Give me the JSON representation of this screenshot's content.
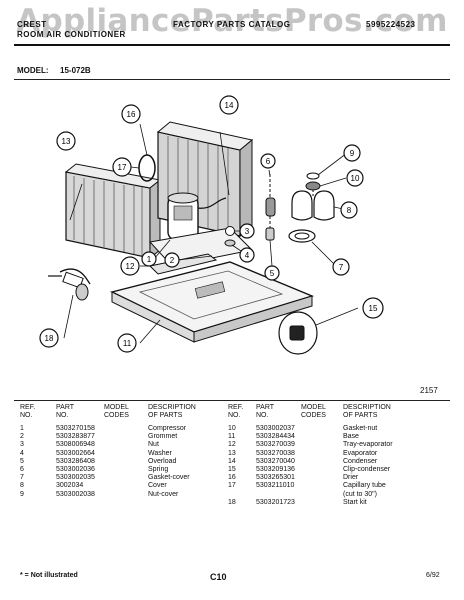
{
  "header": {
    "brand_line1": "CREST",
    "brand_line2": "ROOM AIR CONDITIONER",
    "catalog_title": "FACTORY PARTS CATALOG",
    "catalog_number": "5995224523",
    "watermark": "AppliancePartsPros.com"
  },
  "model": {
    "label": "MODEL:",
    "value": "15-072B"
  },
  "figure_number": "2157",
  "callouts": [
    "1",
    "2",
    "3",
    "4",
    "5",
    "6",
    "7",
    "8",
    "9",
    "10",
    "11",
    "12",
    "13",
    "14",
    "15",
    "16",
    "17",
    "18"
  ],
  "columns": {
    "ref_no": [
      "REF.",
      "NO."
    ],
    "part_no": [
      "PART",
      "NO."
    ],
    "model_codes": [
      "MODEL",
      "CODES"
    ],
    "description": [
      "DESCRIPTION",
      "OF PARTS"
    ]
  },
  "parts_left": [
    {
      "ref": "1",
      "part": "5303270158",
      "codes": "",
      "desc": "Compressor"
    },
    {
      "ref": "2",
      "part": "5303283877",
      "codes": "",
      "desc": "Grommet"
    },
    {
      "ref": "3",
      "part": "5308006948",
      "codes": "",
      "desc": "Nut"
    },
    {
      "ref": "4",
      "part": "5303002664",
      "codes": "",
      "desc": "Washer"
    },
    {
      "ref": "5",
      "part": "5303286408",
      "codes": "",
      "desc": "Overload"
    },
    {
      "ref": "6",
      "part": "5303002036",
      "codes": "",
      "desc": "Spring"
    },
    {
      "ref": "7",
      "part": "5303002035",
      "codes": "",
      "desc": "Gasket-cover"
    },
    {
      "ref": "8",
      "part": "3002034",
      "codes": "",
      "desc": "Cover"
    },
    {
      "ref": "9",
      "part": "5303002038",
      "codes": "",
      "desc": "Nut-cover"
    }
  ],
  "parts_right": [
    {
      "ref": "10",
      "part": "5303002037",
      "codes": "",
      "desc": "Gasket-nut"
    },
    {
      "ref": "11",
      "part": "5303284434",
      "codes": "",
      "desc": "Base"
    },
    {
      "ref": "12",
      "part": "5303270039",
      "codes": "",
      "desc": "Tray-evaporator"
    },
    {
      "ref": "13",
      "part": "5303270038",
      "codes": "",
      "desc": "Evaporator"
    },
    {
      "ref": "14",
      "part": "5303270040",
      "codes": "",
      "desc": "Condenser"
    },
    {
      "ref": "15",
      "part": "5303209136",
      "codes": "",
      "desc": "Clip-condenser"
    },
    {
      "ref": "16",
      "part": "5303265301",
      "codes": "",
      "desc": "Drier"
    },
    {
      "ref": "17",
      "part": "5303211010",
      "codes": "",
      "desc": "Capillary tube"
    },
    {
      "ref": "",
      "part": "",
      "codes": "",
      "desc": "(cut to 30\")"
    },
    {
      "ref": "18",
      "part": "5303201723",
      "codes": "",
      "desc": "Start kit"
    }
  ],
  "footer": {
    "note": "* = Not illustrated",
    "page": "C10",
    "date": "6/92"
  }
}
